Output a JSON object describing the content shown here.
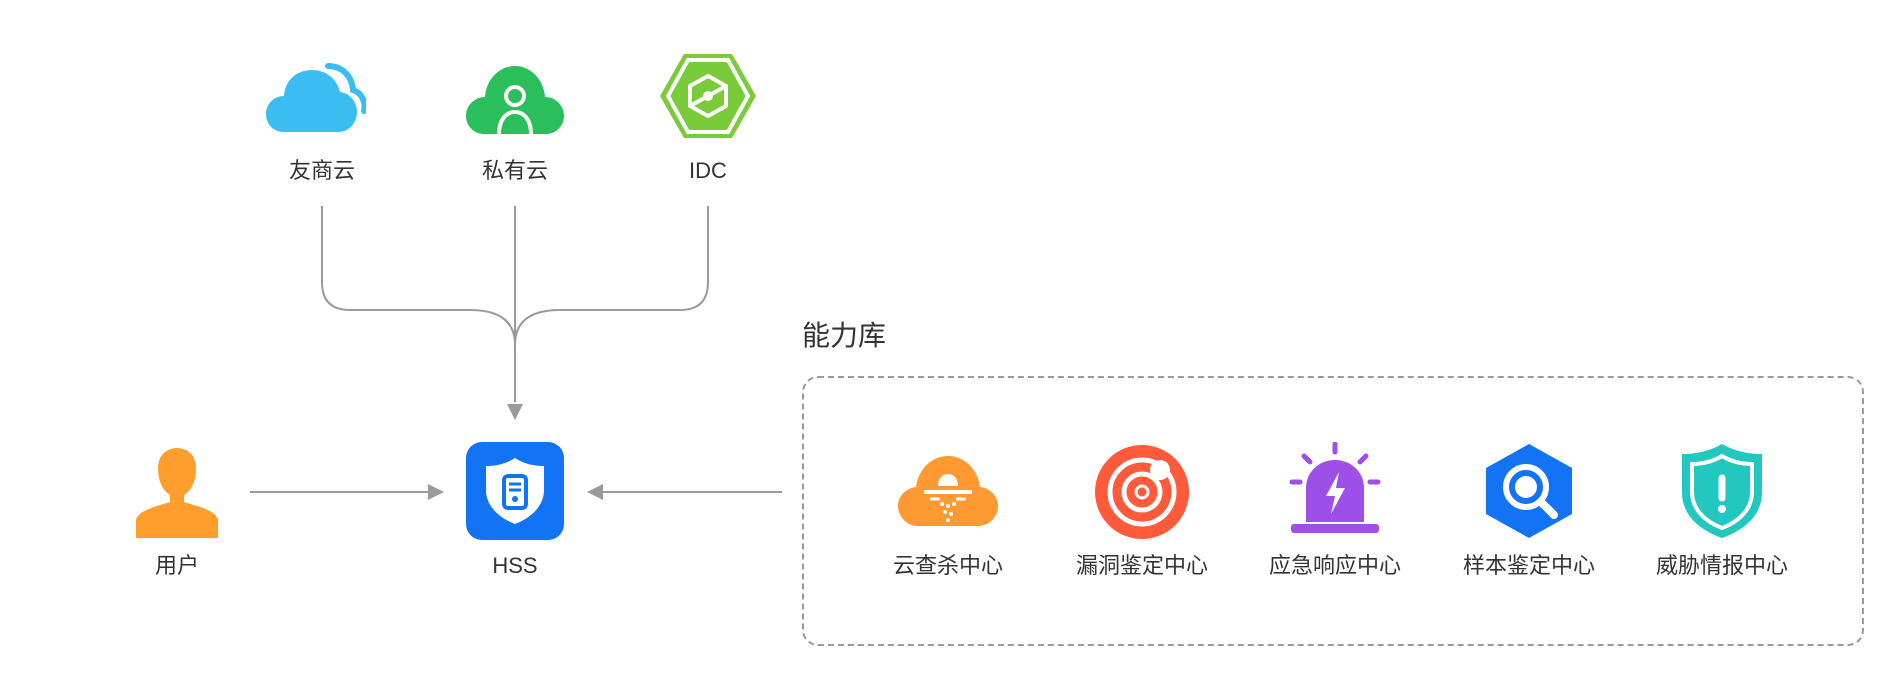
{
  "clouds": [
    {
      "label": "友商云",
      "icon": "cloud-icon",
      "color": "#3ABDF1"
    },
    {
      "label": "私有云",
      "icon": "private-cloud-user-icon",
      "color": "#2BBF5B"
    },
    {
      "label": "IDC",
      "icon": "idc-hexagon-icon",
      "color": "#7ACB3A"
    }
  ],
  "center": {
    "label": "HSS",
    "icon": "hss-shield-icon",
    "color": "#1273F5"
  },
  "user": {
    "label": "用户",
    "icon": "user-icon",
    "color": "#FF9E2C"
  },
  "library": {
    "title": "能力库",
    "items": [
      {
        "label": "云查杀中心",
        "icon": "cloud-virus-scan-icon",
        "color": "#FF9A33"
      },
      {
        "label": "漏洞鉴定中心",
        "icon": "vulnerability-target-icon",
        "color": "#FF5A3A"
      },
      {
        "label": "应急响应中心",
        "icon": "emergency-alarm-icon",
        "color": "#9D4FE8"
      },
      {
        "label": "样本鉴定中心",
        "icon": "sample-search-icon",
        "color": "#1273F5"
      },
      {
        "label": "威胁情报中心",
        "icon": "threat-shield-icon",
        "color": "#22C7C0"
      }
    ]
  }
}
